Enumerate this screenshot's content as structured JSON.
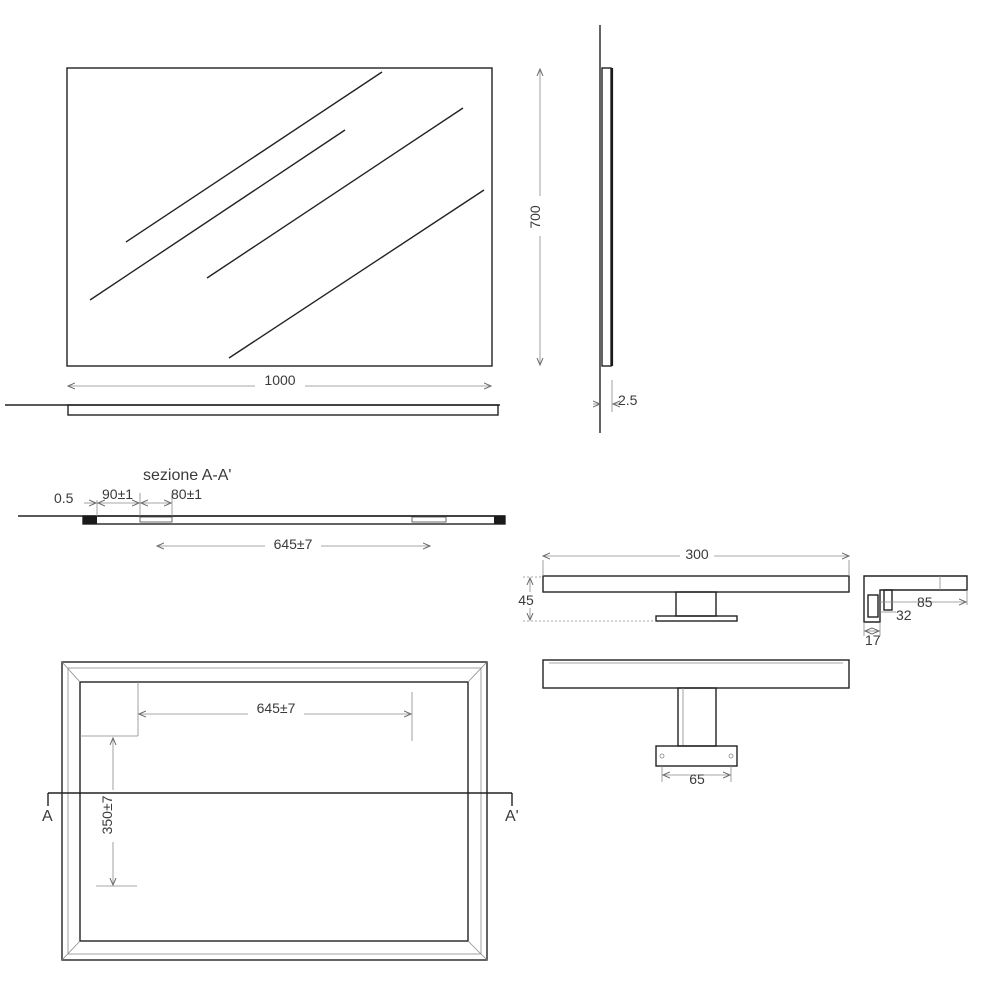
{
  "front_view": {
    "width_label": "1000",
    "height_label": "700",
    "thickness_label": "2.5"
  },
  "section": {
    "title": "sezione A-A'",
    "offset_label": "0.5",
    "bracket_a_label": "90±1",
    "bracket_b_label": "80±1",
    "span_label": "645±7"
  },
  "lamp": {
    "length_label": "300",
    "height_label": "45",
    "depth_label": "85",
    "profile_height_label": "32",
    "base_label": "17",
    "plate_label": "65"
  },
  "back_view": {
    "span_label": "645±7",
    "vertical_label": "350±7",
    "marker_left": "A",
    "marker_right": "A'"
  },
  "colors": {
    "line": "#1a1a1a",
    "dimension": "#8a8a8a",
    "text": "#3a3a3a"
  }
}
